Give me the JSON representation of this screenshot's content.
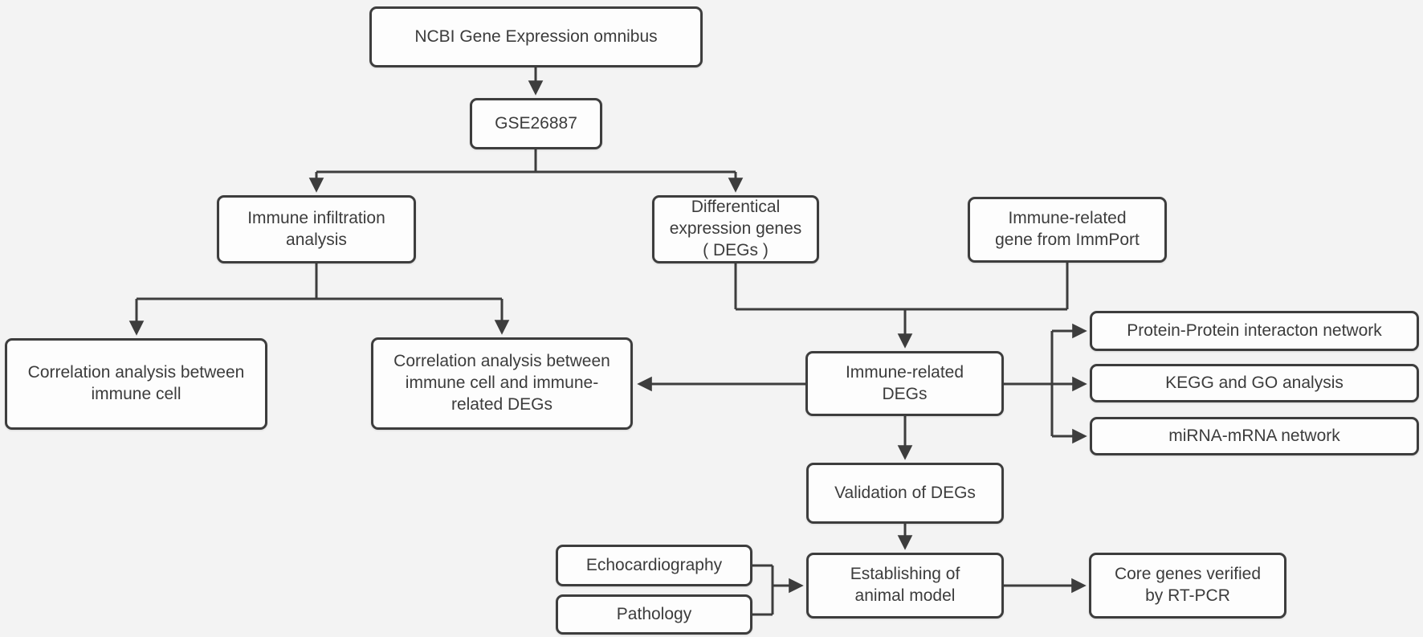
{
  "diagram": {
    "type": "flowchart",
    "background_color": "#f3f3f3",
    "box_fill_color": "#fdfdfd",
    "box_border_color": "#3d3d3d",
    "text_color": "#3c3c3c",
    "line_color": "#3d3d3d"
  },
  "nodes": {
    "ncbi": {
      "label": "NCBI Gene Expression omnibus"
    },
    "gse": {
      "label": "GSE26887"
    },
    "infiltration": {
      "label": "Immune infiltration\nanalysis"
    },
    "degs": {
      "label": "Differentical\nexpression genes\n( DEGs )"
    },
    "immport": {
      "label": "Immune-related\ngene from ImmPort"
    },
    "corr1": {
      "label": "Correlation analysis between\nimmune cell"
    },
    "corr2": {
      "label": "Correlation analysis between\nimmune cell and immune-\nrelated DEGs"
    },
    "irdegs": {
      "label": "Immune-related\nDEGs"
    },
    "ppi": {
      "label": "Protein-Protein interacton network"
    },
    "kegg": {
      "label": "KEGG and GO analysis"
    },
    "mirna": {
      "label": "miRNA-mRNA network"
    },
    "validation": {
      "label": "Validation of DEGs"
    },
    "echo": {
      "label": "Echocardiography"
    },
    "pathology": {
      "label": "Pathology"
    },
    "establishing": {
      "label": "Establishing of\nanimal model"
    },
    "core": {
      "label": "Core genes verified\nby RT-PCR"
    }
  },
  "edges": [
    {
      "from": "ncbi",
      "to": "gse"
    },
    {
      "from": "gse",
      "to": "infiltration"
    },
    {
      "from": "gse",
      "to": "degs"
    },
    {
      "from": "infiltration",
      "to": "corr1"
    },
    {
      "from": "infiltration",
      "to": "corr2"
    },
    {
      "from": "degs",
      "to": "irdegs"
    },
    {
      "from": "immport",
      "to": "irdegs"
    },
    {
      "from": "irdegs",
      "to": "corr2"
    },
    {
      "from": "irdegs",
      "to": "ppi"
    },
    {
      "from": "irdegs",
      "to": "kegg"
    },
    {
      "from": "irdegs",
      "to": "mirna"
    },
    {
      "from": "irdegs",
      "to": "validation"
    },
    {
      "from": "validation",
      "to": "establishing"
    },
    {
      "from": "echo",
      "to": "establishing"
    },
    {
      "from": "pathology",
      "to": "establishing"
    },
    {
      "from": "establishing",
      "to": "core"
    }
  ]
}
